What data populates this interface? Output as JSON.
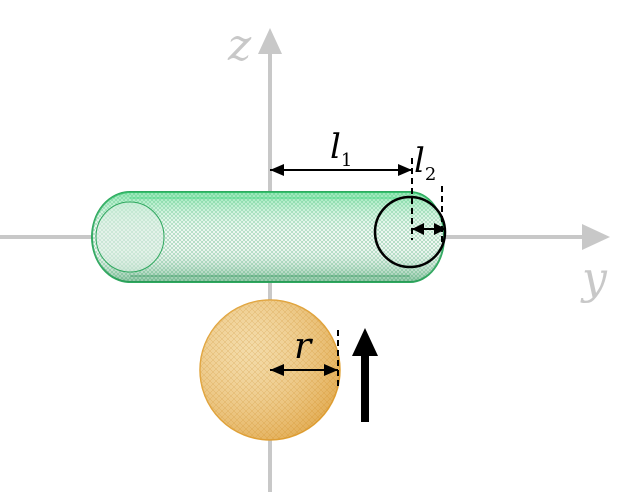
{
  "axes": {
    "z_label": "z",
    "y_label": "y",
    "axis_color": "#c8c8c8"
  },
  "labels": {
    "l1_symbol": "l",
    "l1_subscript": "1",
    "l2_symbol": "l",
    "l2_subscript": "2",
    "r_symbol": "r"
  },
  "colors": {
    "torus_mesh": "#2fa85f",
    "torus_highlight": "#38d878",
    "sphere_mesh": "#e0a33a",
    "sphere_fill": "#f3d9a4",
    "arrow": "#000000"
  }
}
